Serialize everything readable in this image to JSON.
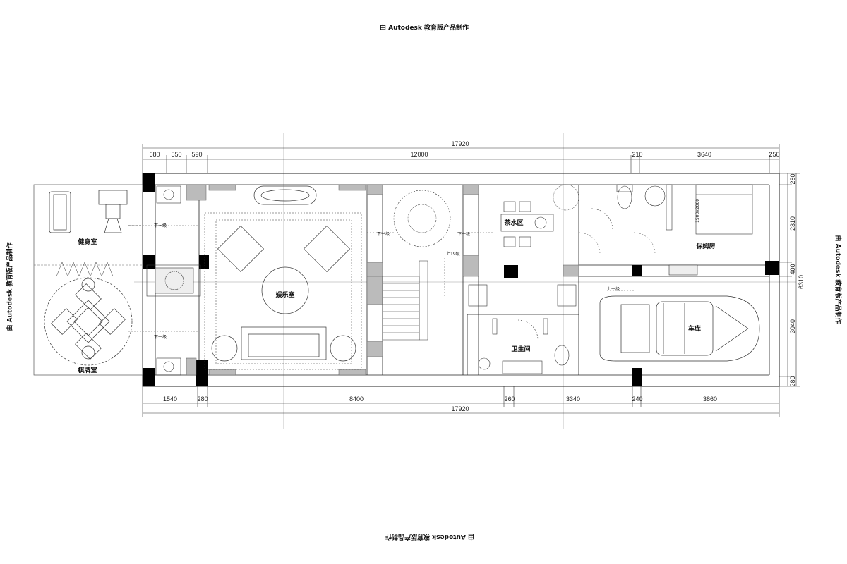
{
  "watermarks": {
    "top": "由 Autodesk 教育版产品制作",
    "bottom": "由 Autodesk 教育版产品制作",
    "left": "由 Autodesk 教育版产品制作",
    "right": "由 Autodesk 教育版产品制作"
  },
  "dimensions": {
    "top_total": "17920",
    "top_segments": [
      "680",
      "550",
      "590",
      "12000",
      "210",
      "3640",
      "250"
    ],
    "bottom_segments": [
      "1540",
      "280",
      "8400",
      "260",
      "3340",
      "240",
      "3860"
    ],
    "bottom_total": "17920",
    "right_segments": [
      "280",
      "2310",
      "400",
      "3040",
      "280"
    ],
    "right_total": "6310"
  },
  "rooms": {
    "gym": "健身室",
    "chess": "棋牌室",
    "entertainment": "娱乐室",
    "tea": "茶水区",
    "nanny": "保姆房",
    "bath": "卫生间",
    "garage": "车库"
  },
  "step_labels": {
    "down_gym": "下一级",
    "down_chess": "下一级",
    "down_entertain": "下一级",
    "down_tea": "下一级",
    "up_stairs": "上19级",
    "up_garage": "上一级"
  },
  "bed_text": "1500x2000"
}
